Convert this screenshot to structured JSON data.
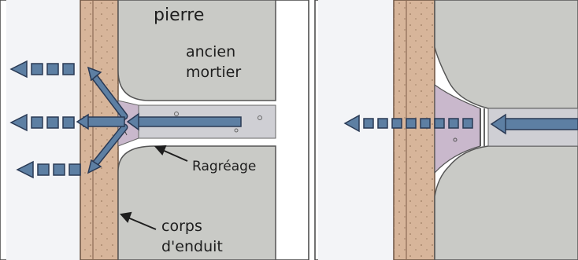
{
  "labels": {
    "pierre": "pierre",
    "ancien": "ancien",
    "mortier": "mortier",
    "ragreage": "Ragréage",
    "corps": "corps",
    "enduit": "d'enduit"
  },
  "colors": {
    "stone": "#c9cac6",
    "stone_edge": "#8e8e8a",
    "plaster": "#d7b59a",
    "plaster_dark": "#b98f72",
    "mortar": "#cfcfd4",
    "ragreage": "#c9b8cc",
    "arrow_fill": "#5d7fa3",
    "arrow_edge": "#2a3a55",
    "wall": "#f3f4f7",
    "ink": "#1e1e1e"
  },
  "icons": {
    "left_panel_arrows": "dashed-left-arrow",
    "right_panel_arrow": "dashed-left-arrow",
    "pointer": "pointer-arrow"
  }
}
